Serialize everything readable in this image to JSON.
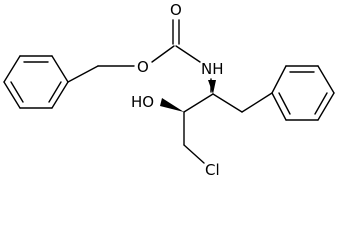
{
  "molecule": {
    "atom_labels": {
      "carbonyl_oxygen": "O",
      "ester_oxygen": "O",
      "amine": "NH",
      "hydroxyl": "HO",
      "chlorine": "Cl"
    },
    "stereo_bonds": [
      "wedge",
      "wedge"
    ]
  },
  "colors": {
    "line": "#000000",
    "background": "#ffffff"
  }
}
